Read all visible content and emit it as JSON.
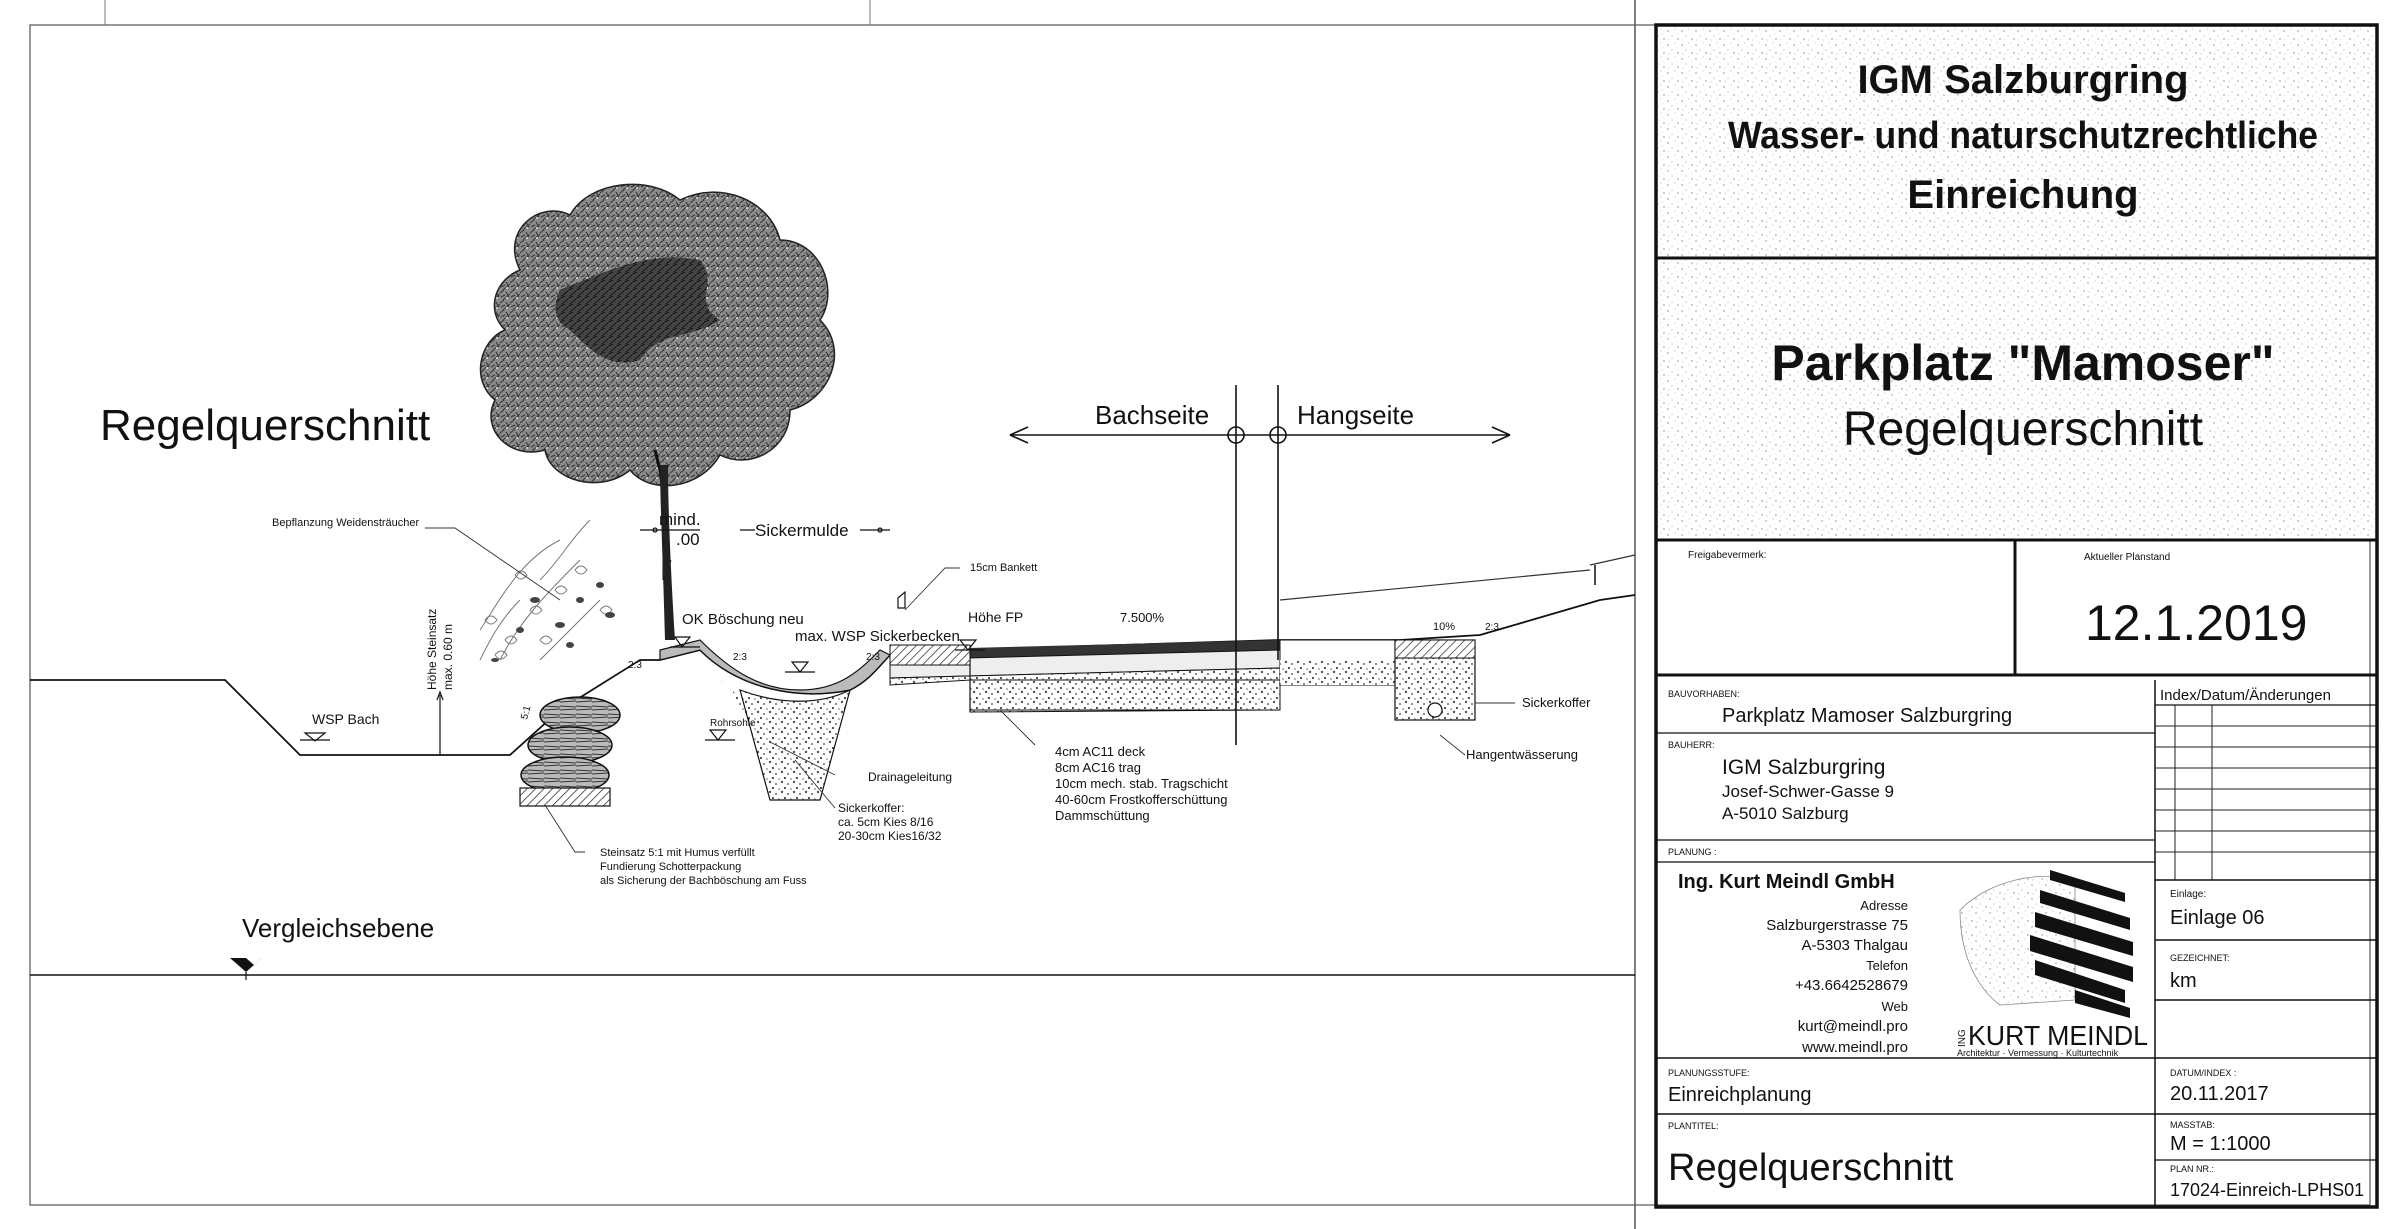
{
  "drawing": {
    "title": "Regelquerschnitt",
    "section_left": "Bachseite",
    "section_right": "Hangseite",
    "labels": {
      "plant": "Bepflanzung Weidensträucher",
      "stone_height_1": "Höhe Steinsatz",
      "stone_height_2": "max. 0.60 m",
      "mind_1": "mind.",
      "mind_2": ".00",
      "sickermulde": "Sickermulde",
      "bankett": "15cm Bankett",
      "ok_boeschung": "OK Böschung neu",
      "wsp_sicker": "max. WSP Sickerbecken",
      "hoehe_fp": "Höhe FP",
      "gradient_main": "7.500%",
      "gradient_right": "10%",
      "slope_23a": "2:3",
      "slope_23b": "2:3",
      "slope_23c": "2:3",
      "slope_23d": "2:3",
      "slope_51": "5:1",
      "wsp_bach": "WSP Bach",
      "rohrsohle": "Rohrsohle",
      "drainage": "Drainageleitung",
      "sickerkoffer_left": [
        "Sickerkoffer:",
        "ca. 5cm Kies 8/16",
        "20-30cm Kies16/32"
      ],
      "steinsatz": [
        "Steinsatz 5:1 mit Humus verfüllt",
        "Fundierung Schotterpackung",
        "als Sicherung der Bachböschung am Fuss"
      ],
      "layers": [
        "4cm AC11 deck",
        "8cm AC16 trag",
        "10cm mech. stab. Tragschicht",
        "40-60cm Frostkofferschüttung",
        "Dammschüttung"
      ],
      "sickerkoffer_right": "Sickerkoffer",
      "hangentwaesserung": "Hangentwässerung",
      "vergleichsebene": "Vergleichsebene"
    }
  },
  "title_block": {
    "project": "IGM Salzburgring",
    "subtitle_1": "Wasser- und naturschutzrechtliche",
    "subtitle_2": "Einreichung",
    "plan_name": "Parkplatz \"Mamoser\"",
    "plan_type": "Regelquerschnitt",
    "freigabe_label": "Freigabevermerk:",
    "aktueller_label": "Aktueller Planstand",
    "aktueller_value": "12.1.2019",
    "bauvorhaben_label": "BAUVORHABEN:",
    "bauvorhaben_value": "Parkplatz Mamoser Salzburgring",
    "bauherr_label": "BAUHERR:",
    "bauherr_name": "IGM Salzburgring",
    "bauherr_street": "Josef-Schwer-Gasse 9",
    "bauherr_city": "A-5010 Salzburg",
    "index_label": "Index/Datum/Änderungen",
    "planung_label": "PLANUNG :",
    "company": "Ing. Kurt Meindl GmbH",
    "adresse_label": "Adresse",
    "street": "Salzburgerstrasse 75",
    "city": "A-5303 Thalgau",
    "telefon_label": "Telefon",
    "phone": "+43.6642528679",
    "web_label": "Web",
    "email": "kurt@meindl.pro",
    "website": "www.meindl.pro",
    "logo_small": "ING",
    "logo_name": "KURT MEINDL",
    "logo_tagline": "Architektur · Vermessung · Kulturtechnik",
    "einlage_label": "Einlage:",
    "einlage_value": "Einlage 06",
    "gezeichnet_label": "GEZEICHNET:",
    "gezeichnet_value": "km",
    "planungsstufe_label": "PLANUNGSSTUFE:",
    "planungsstufe_value": "Einreichplanung",
    "datum_label": "DATUM/INDEX :",
    "datum_value": "20.11.2017",
    "plantitel_label": "PLANTITEL:",
    "plantitel_value": "Regelquerschnitt",
    "masstab_label": "MASSTAB:",
    "masstab_value": "M = 1:1000",
    "plannr_label": "PLAN NR.:",
    "plannr_value": "17024-Einreich-LPHS01"
  }
}
